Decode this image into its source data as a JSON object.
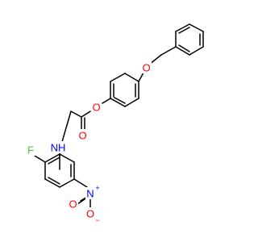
{
  "molecule": {
    "name": "",
    "colors": {
      "carbon_bond": "#000000",
      "oxygen": "#ff0000",
      "nitrogen": "#0000ff",
      "fluorine": "#33cc33",
      "background": "#ffffff"
    },
    "atom_labels": {
      "ether_oxygen": "O",
      "ester_oxygen": "O",
      "carbonyl_oxygen": "O",
      "nh_group": "NH",
      "fluorine": "F",
      "nitro_nitrogen": "N",
      "nitro_oxygen_top": "O",
      "nitro_oxygen_bottom": "O"
    },
    "charges": {
      "nitro_nitrogen": "+",
      "nitro_oxygen_bottom": "−"
    }
  }
}
